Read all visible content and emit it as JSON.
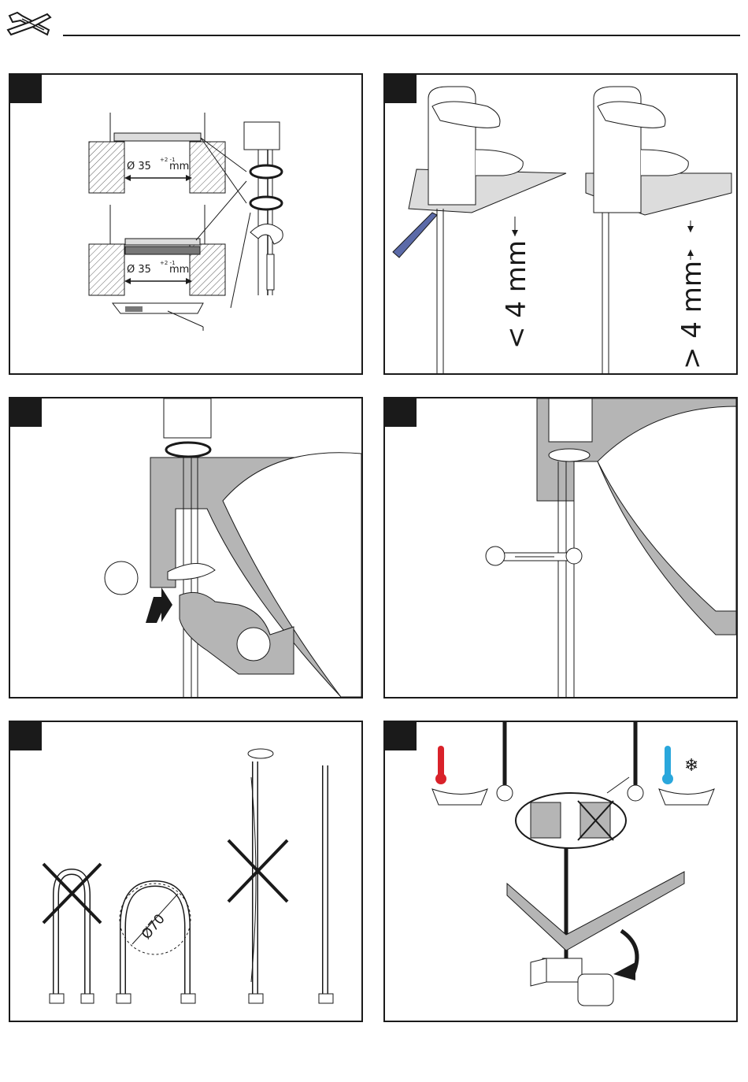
{
  "header": {
    "icon": "tools-icon"
  },
  "panels": [
    {
      "id": "p1",
      "step": "",
      "labels": {
        "diameter_top": "Ø 35",
        "tol_top": "+2 -1",
        "unit_top": "mm",
        "diameter_bottom": "Ø 35",
        "tol_bottom": "+2 -1",
        "unit_bottom": "mm"
      }
    },
    {
      "id": "p2",
      "step": "",
      "labels": {
        "less": "< 4 mm",
        "greater": "> 4 mm"
      }
    },
    {
      "id": "p3",
      "step": "",
      "labels": {}
    },
    {
      "id": "p4",
      "step": "",
      "labels": {}
    },
    {
      "id": "p5",
      "step": "",
      "labels": {
        "diameter": "Ø70"
      }
    },
    {
      "id": "p6",
      "step": "",
      "labels": {}
    }
  ],
  "colors": {
    "line": "#1a1a1a",
    "gray": "#b5b5b5",
    "light_gray": "#dcdcdc",
    "hot": "#d9222a",
    "cold": "#2aa7dc",
    "hose": "#5b6aa8"
  }
}
